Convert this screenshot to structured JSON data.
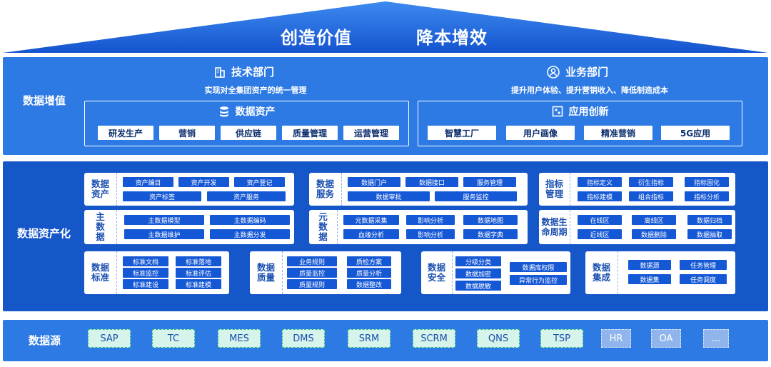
{
  "header": {
    "slogan_left": "创造价值",
    "slogan_right": "降本增效"
  },
  "value_band": {
    "label": "数据增值",
    "tech": {
      "title": "技术部门",
      "subtitle": "实现对全集团资产的统一管理",
      "frame_title": "数据资产",
      "items": [
        "研发生产",
        "营销",
        "供应链",
        "质量管理",
        "运营管理"
      ]
    },
    "biz": {
      "title": "业务部门",
      "subtitle": "提升用户体验、提升营销收入、降低制造成本",
      "frame_title": "应用创新",
      "items": [
        "智慧工厂",
        "用户画像",
        "精准营销",
        "5G应用"
      ]
    }
  },
  "asset_band": {
    "label": "数据资产化",
    "panels": [
      {
        "label": "数据\n资产",
        "chips": [
          "资产编目",
          "资产开发",
          "资产登记",
          "资产标签",
          "资产服务"
        ]
      },
      {
        "label": "数据\n服务",
        "chips": [
          "数据门户",
          "数据接口",
          "服务管理",
          "数据审批",
          "服务监控"
        ]
      },
      {
        "label": "指标\n管理",
        "chips": [
          "指标定义",
          "衍生指标",
          "指标固化",
          "指标建模",
          "组合指标",
          "指标分析"
        ]
      },
      {
        "label": "主\n数\n据",
        "chips": [
          "主数据模型",
          "主数据编码",
          "主数据维护",
          "主数据分发"
        ]
      },
      {
        "label": "元\n数\n据",
        "chips": [
          "元数据采集",
          "影响分析",
          "数据地图",
          "血缘分析",
          "影响分析",
          "数据字典"
        ]
      },
      {
        "label": "数据生\n命周期",
        "chips": [
          "在线区",
          "离线区",
          "数据归档",
          "近线区",
          "数据删除",
          "数据抽取"
        ]
      },
      {
        "label": "数据\n标准",
        "chips": [
          "标准文档",
          "标准落地",
          "标准监控",
          "标准评估",
          "标准建设",
          "标准建模"
        ]
      },
      {
        "label": "数据\n质量",
        "chips": [
          "业务规则",
          "质检方案",
          "质量监控",
          "质量分析",
          "质量规则",
          "数据整改"
        ]
      },
      {
        "label": "数据\n安全",
        "chips": [
          "分级分类",
          "数据库权限",
          "数据加密",
          "异常行为监控",
          "数据脱敏"
        ]
      },
      {
        "label": "数据\n集成",
        "chips": [
          "数据源",
          "任务管理",
          "数据集",
          "任务调度"
        ]
      }
    ]
  },
  "source_band": {
    "label": "数据源",
    "items": [
      "SAP",
      "TC",
      "MES",
      "DMS",
      "SRM",
      "SCRM",
      "QNS",
      "TSP",
      "HR",
      "OA",
      "..."
    ]
  },
  "colors": {
    "roof": "#1a5fd8",
    "band_light": "#2d7ae4",
    "band_dark": "#1556c8",
    "chip": "#1558d6",
    "source_fill": "#d7f4ea",
    "source_border": "#2fb88c"
  }
}
